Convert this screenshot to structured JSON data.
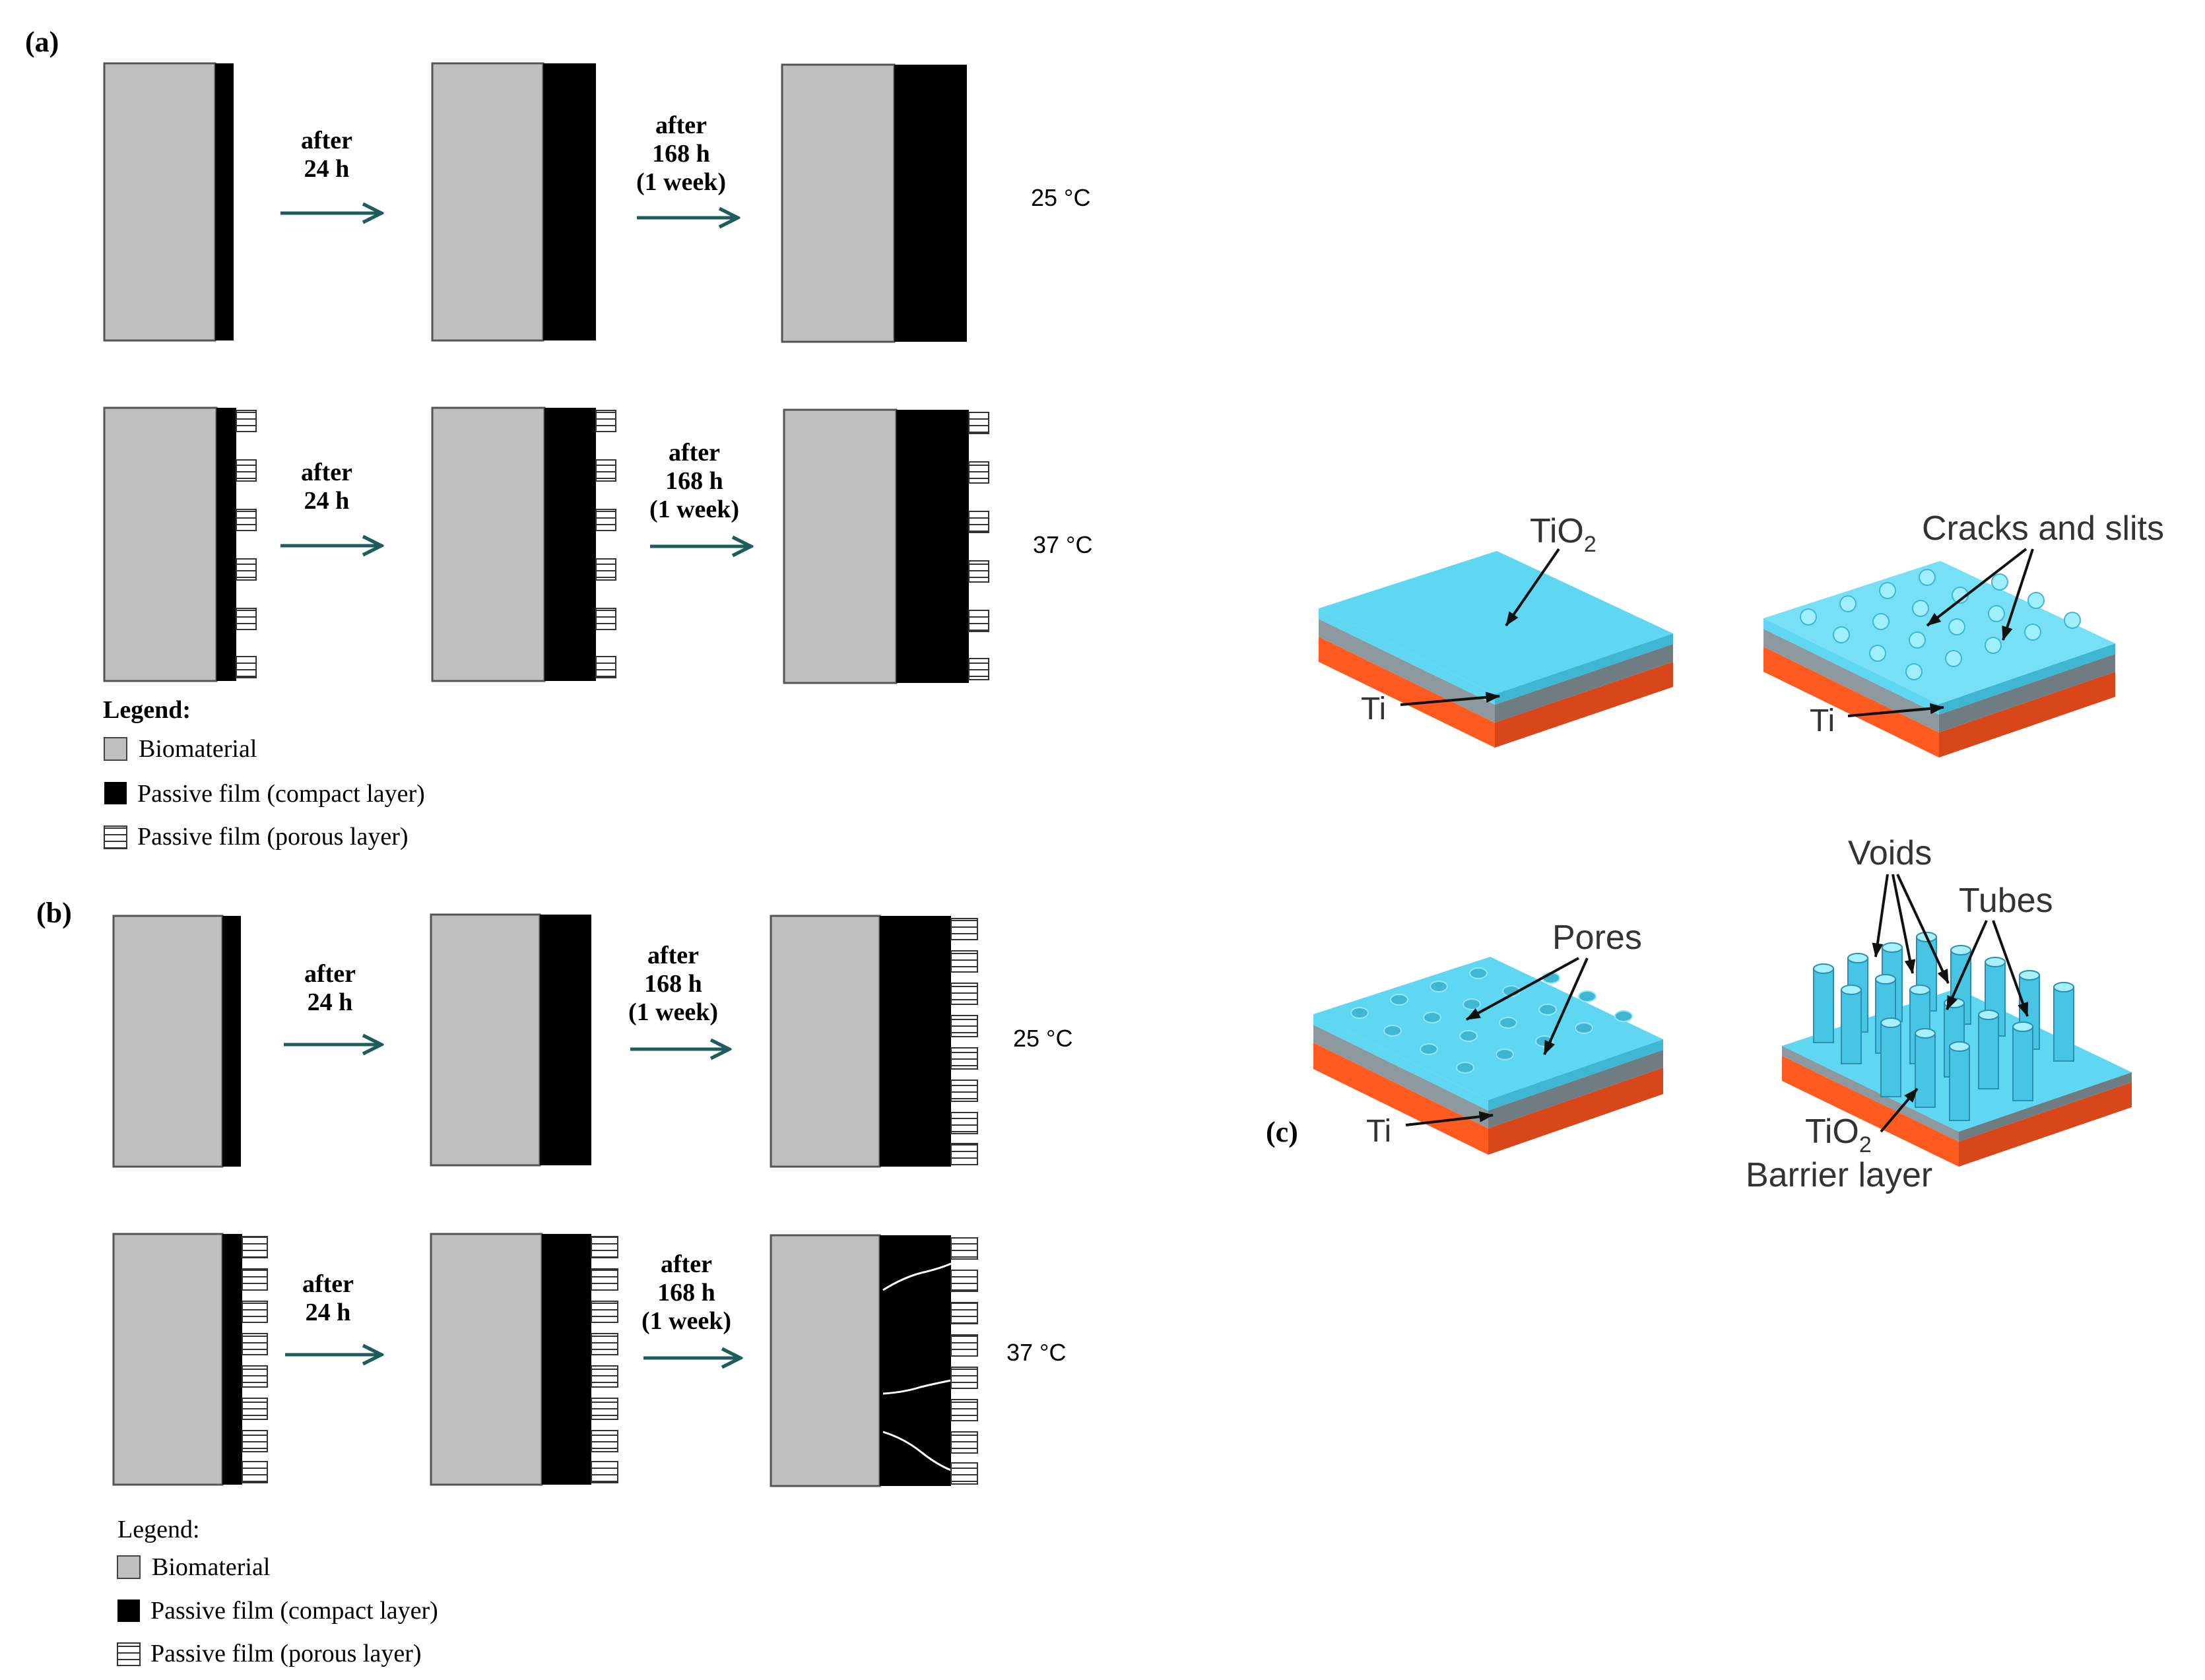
{
  "panels": {
    "a": {
      "letter": "(a)",
      "rows": [
        {
          "step1": [
            "after",
            "24 h"
          ],
          "step2": [
            "after",
            "168 h",
            "(1 week)"
          ],
          "temp": "25 °C"
        },
        {
          "step1": [
            "after",
            "24 h"
          ],
          "step2": [
            "after",
            "168 h",
            "(1 week)"
          ],
          "temp": "37 °C"
        }
      ],
      "legend": {
        "title": "Legend:",
        "items": [
          "Biomaterial",
          "Passive film (compact layer)",
          "Passive film (porous layer)"
        ]
      }
    },
    "b": {
      "letter": "(b)",
      "rows": [
        {
          "step1": [
            "after",
            "24 h"
          ],
          "step2": [
            "after",
            "168 h",
            "(1 week)"
          ],
          "temp": "25 °C"
        },
        {
          "step1": [
            "after",
            "24 h"
          ],
          "step2": [
            "after",
            "168 h",
            "(1 week)"
          ],
          "temp": "37 °C"
        }
      ],
      "legend": {
        "title": "Legend:",
        "items": [
          "Biomaterial",
          "Passive film (compact layer)",
          "Passive film (porous layer)"
        ]
      }
    },
    "c": {
      "letter": "(c)",
      "labels": {
        "tio2": "TiO",
        "tio2_sub": "2",
        "ti": "Ti",
        "cracks": "Cracks and slits",
        "pores": "Pores",
        "voids": "Voids",
        "tubes": "Tubes",
        "barrier": "Barrier layer"
      }
    }
  },
  "colors": {
    "biomaterial": "#c0c0c0",
    "compact": "#000000",
    "arrow": "#1f5c5c",
    "tio2": "#5fd6f2",
    "ti_layer": "#8c9aa0",
    "substrate": "#ff5a1f"
  }
}
